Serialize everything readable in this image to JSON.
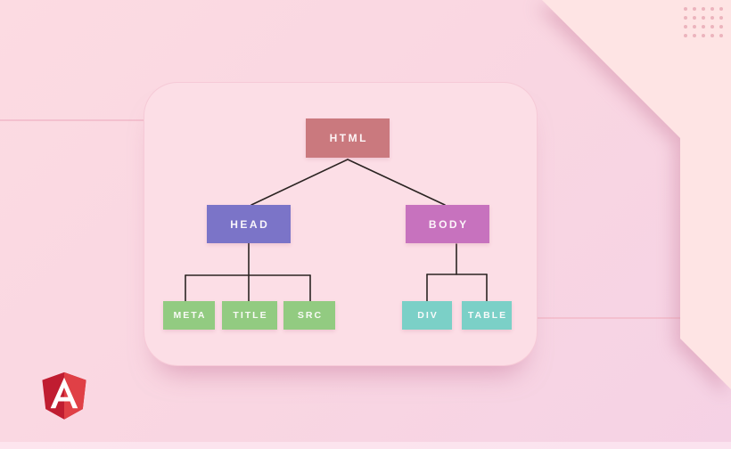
{
  "page": {
    "kind": "dom-tree illustration banner",
    "background_color": "#f9d6e2",
    "card_color": "#fcdee6",
    "corner_shape_color": "#fee4e4",
    "connector_color": "#2b2422",
    "dot_color": "#ecb4bd"
  },
  "decor": {
    "dot_grid": {
      "rows": 4,
      "cols": 5
    }
  },
  "diagram": {
    "nodes": [
      {
        "id": "html",
        "label": "HTML",
        "color": "#ca797e"
      },
      {
        "id": "head",
        "label": "HEAD",
        "color": "#7b74c8"
      },
      {
        "id": "body",
        "label": "BODY",
        "color": "#c772be"
      },
      {
        "id": "meta",
        "label": "META",
        "color": "#92cb81"
      },
      {
        "id": "title",
        "label": "TITLE",
        "color": "#92cb81"
      },
      {
        "id": "src",
        "label": "SRC",
        "color": "#92cb81"
      },
      {
        "id": "div",
        "label": "DIV",
        "color": "#7bd0c7"
      },
      {
        "id": "table",
        "label": "TABLE",
        "color": "#7bd0c7"
      }
    ],
    "edges": [
      [
        "html",
        "head"
      ],
      [
        "html",
        "body"
      ],
      [
        "head",
        "meta"
      ],
      [
        "head",
        "title"
      ],
      [
        "head",
        "src"
      ],
      [
        "body",
        "div"
      ],
      [
        "body",
        "table"
      ]
    ]
  },
  "branding": {
    "logo": "angular-logo",
    "shield_left_color": "#c01d31",
    "shield_right_color": "#e04046",
    "letter_color": "#ffffff"
  }
}
